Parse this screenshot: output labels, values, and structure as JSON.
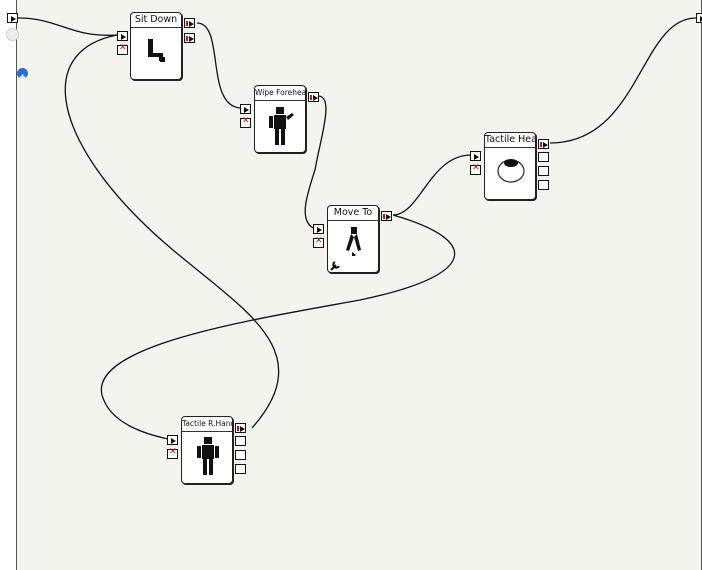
{
  "boxes": {
    "sit_down": {
      "title": "Sit Down"
    },
    "wipe_forehead": {
      "title": "Wipe Forehead"
    },
    "move_to": {
      "title": "Move To"
    },
    "tactile_head": {
      "title": "Tactile Head"
    },
    "tactile_r_hand": {
      "title": "Tactile R.Hand"
    }
  },
  "colors": {
    "canvas": "#f4f4ef",
    "wire": "#111111",
    "stop": "#d01010",
    "add_button": "#2a6fd6"
  }
}
